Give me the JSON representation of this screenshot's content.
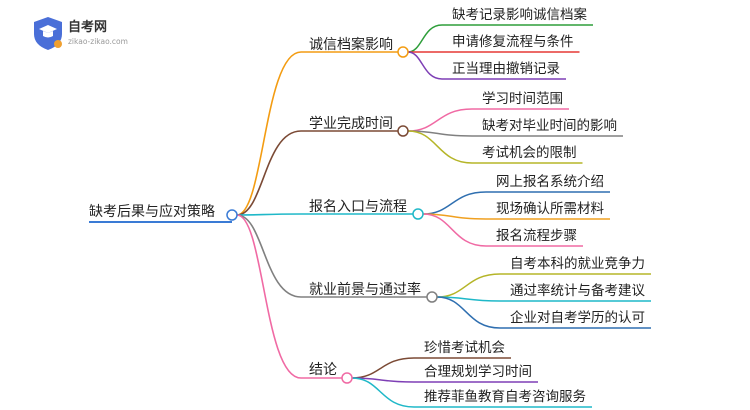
{
  "logo": {
    "title": "自考网",
    "url": "zikao-zikao.com",
    "colors": {
      "shield": "#4a6fd8",
      "cap": "#ffffff",
      "accent": "#f0a030"
    }
  },
  "root": {
    "label": "缺考后果与应对策略",
    "color": "#3a7bd5"
  },
  "branches": [
    {
      "label": "诚信档案影响",
      "color": "#f39c12",
      "leaves": [
        {
          "label": "缺考记录影响诚信档案",
          "color": "#2e9e3a"
        },
        {
          "label": "申请修复流程与条件",
          "color": "#e53935"
        },
        {
          "label": "正当理由撤销记录",
          "color": "#7e3fb5"
        }
      ]
    },
    {
      "label": "学业完成时间",
      "color": "#7b4a35",
      "leaves": [
        {
          "label": "学习时间范围",
          "color": "#f06aa4"
        },
        {
          "label": "缺考对毕业时间的影响",
          "color": "#808080"
        },
        {
          "label": "考试机会的限制",
          "color": "#b5b528"
        }
      ]
    },
    {
      "label": "报名入口与流程",
      "color": "#1fb8c8",
      "leaves": [
        {
          "label": "网上报名系统介绍",
          "color": "#2f6fb0"
        },
        {
          "label": "现场确认所需材料",
          "color": "#f0a020"
        },
        {
          "label": "报名流程步骤",
          "color": "#f06aa4"
        }
      ]
    },
    {
      "label": "就业前景与通过率",
      "color": "#808080",
      "leaves": [
        {
          "label": "自考本科的就业竞争力",
          "color": "#b5b528"
        },
        {
          "label": "通过率统计与备考建议",
          "color": "#1fb8c8"
        },
        {
          "label": "企业对自考学历的认可",
          "color": "#2f6fb0"
        }
      ]
    },
    {
      "label": "结论",
      "color": "#f06aa4",
      "leaves": [
        {
          "label": "珍惜考试机会",
          "color": "#7b4a35"
        },
        {
          "label": "合理规划学习时间",
          "color": "#7e3fb5"
        },
        {
          "label": "推荐菲鱼教育自考咨询服务",
          "color": "#1fb8c8"
        }
      ]
    }
  ]
}
